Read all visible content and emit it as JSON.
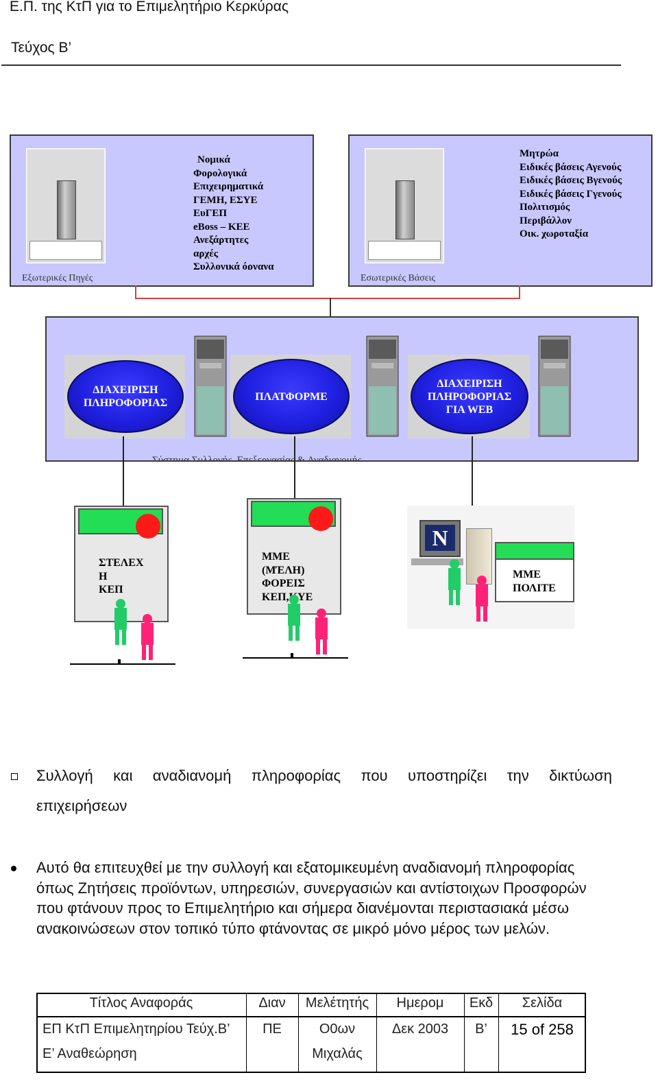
{
  "header": {
    "title": "Ε.Π. της ΚτΠ για το Επιμελητήριο Κερκύρας",
    "issue": "Τεύχος Β’"
  },
  "diagram": {
    "external": {
      "items": [
        "Νομικά",
        "Φορολογικά",
        "Επιχειρηματικά",
        "ΓΕΜΗ, ΕΣΥΕ",
        "ΕυΓΕΠ",
        "eBoss – KEE",
        "Ανεξάρτητες",
        "αρχές",
        "Συλλογικά όργανα"
      ],
      "caption": "Εξωτερικές Πηγές"
    },
    "internal": {
      "items": [
        "Μητρώα",
        "Ειδικές βάσεις Αγενούς",
        "Ειδικές βάσεις Βγενούς",
        "Ειδικές βάσεις Γγενούς",
        "Πολιτισμός",
        "Περιβάλλον",
        "Οικ. χωροταξία"
      ],
      "caption": "Εσωτερικές Βάσεις"
    },
    "system": {
      "disc1": [
        "ΔΙΑΧΕΙΡΙΣΗ",
        "ΠΛΗΡΟΦΟΡΙΑΣ"
      ],
      "disc2": [
        "ΠΛΑΤΦΟΡΜΕ"
      ],
      "disc3": [
        "ΔΙΑΧΕΙΡΙΣΗ",
        "ΠΛΗΡΟΦΟΡΙΑΣ",
        "ΓΙΑ WEB"
      ],
      "caption": "Σύστημα Συλλογής, Επεξεργασίας & Αναδιανομής"
    },
    "cards": {
      "card1": [
        "ΣΤΕΛΕΧ",
        "Η",
        "ΚΕΠ"
      ],
      "card2": [
        "ΜΜΕ",
        "(ΜΈΛΗ)",
        "ΦΟΡΕΙΣ",
        "ΚΕΠ,ΚΥΕ"
      ],
      "card3": [
        "ΜΜΕ",
        "ΠΟΛΙΤΕ"
      ],
      "netscape_letter": "N"
    }
  },
  "bullets": {
    "square_bullet": {
      "words": [
        "Συλλογή",
        "και",
        "αναδιανομή",
        "πληροφορίας",
        "που",
        "υποστηρίζει",
        "την",
        "δικτύωση"
      ],
      "line2": "επιχειρήσεων"
    },
    "dot_bullet": [
      "Αυτό θα επιτευχθεί με την συλλογή και εξατομικευμένη αναδιανομή πληροφορίας",
      "όπως Ζητήσεις προϊόντων, υπηρεσιών, συνεργασιών και αντίστοιχων Προσφορών",
      "που φτάνουν προς το Επιμελητήριο και σήμερα διανέμονται περιστασιακά μέσω",
      "ανακοινώσεων στον τοπικό τύπο φτάνοντας σε μικρό μόνο μέρος των μελών."
    ]
  },
  "footer": {
    "headers": [
      "Τίτλος Αναφοράς",
      "Διαν",
      "Μελέτητής",
      "Ημερομ",
      "Εκδ",
      "Σελίδα"
    ],
    "row": {
      "title_l1": "ΕΠ ΚτΠ Επιμελητηρίου Τεύχ.Β’",
      "title_l2": "Ε’ Αναθεώρηση",
      "dian": "ΠΕ",
      "author_l1": "Ο0ων",
      "author_l2": "Μιχαλάς",
      "date": "Δεκ 2003",
      "edition": "Β’",
      "page": "15 of 258"
    }
  }
}
